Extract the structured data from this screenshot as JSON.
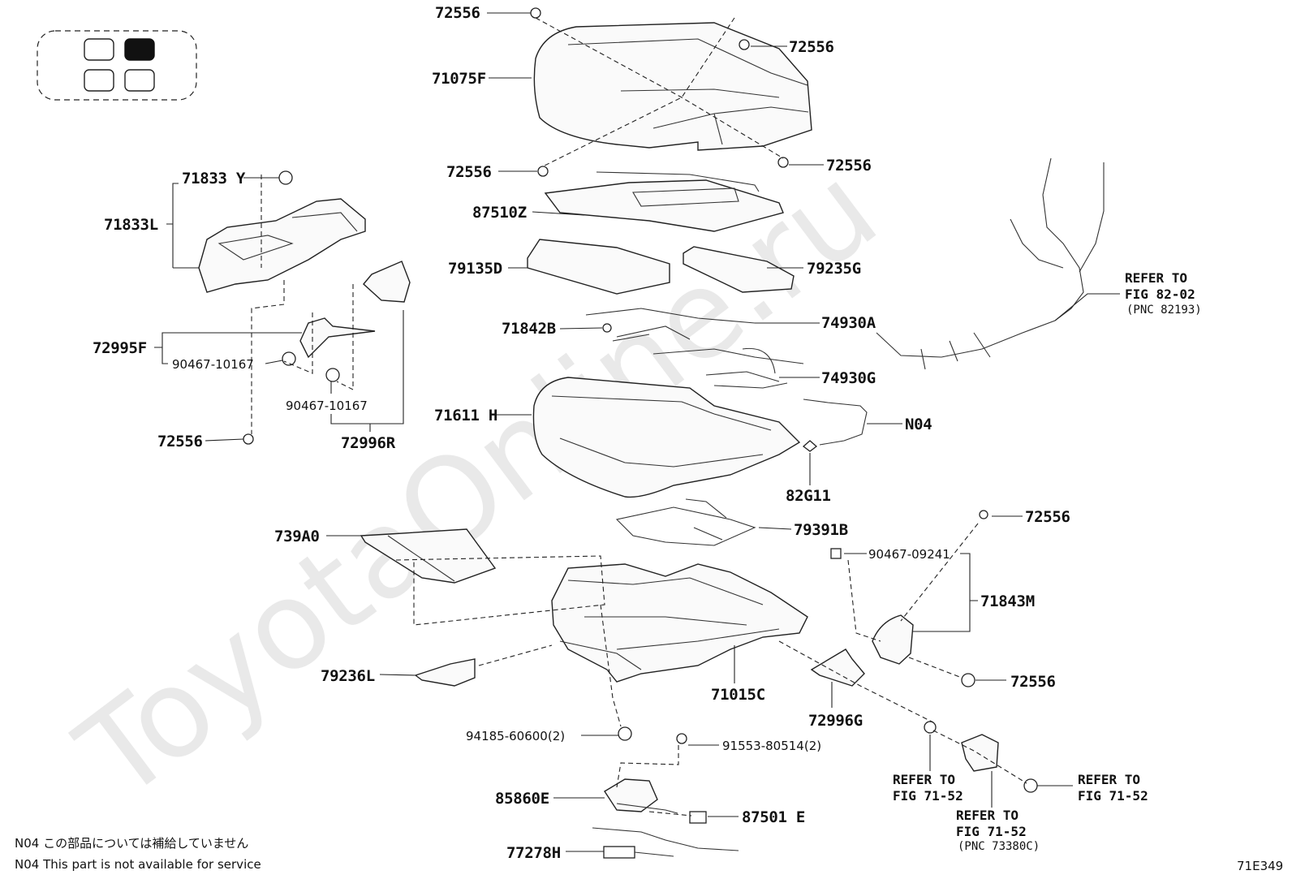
{
  "watermark": "ToyotaOnline.ru",
  "labels": {
    "p72556_a": "72556",
    "p72556_b": "72556",
    "p71075F": "71075F",
    "p72556_c": "72556",
    "p72556_d": "72556",
    "p87510Z": "87510Z",
    "p79135D": "79135D",
    "p79235G": "79235G",
    "p71842B": "71842B",
    "p74930A": "74930A",
    "p74930G": "74930G",
    "p71611H": "71611 H",
    "pN04": "N04",
    "p82G11": "82G11",
    "p71833Y": "71833 Y",
    "p71833L": "71833L",
    "p72995F": "72995F",
    "p90467_10167_a": "90467-10167",
    "p90467_10167_b": "90467-10167",
    "p72556_e": "72556",
    "p72996R": "72996R",
    "p739A0": "739A0",
    "p79391B": "79391B",
    "p72556_f": "72556",
    "p90467_09241": "90467-09241",
    "p71843M": "71843M",
    "p72556_g": "72556",
    "p79236L": "79236L",
    "p71015C": "71015C",
    "p72996G": "72996G",
    "p94185": "94185-60600(2)",
    "p91553": "91553-80514(2)",
    "p85860E": "85860E",
    "p87501E": "87501 E",
    "p77278H": "77278H"
  },
  "references": {
    "wire": {
      "line1": "REFER TO",
      "line2": "FIG 82-02",
      "pnc": "(PNC 82193)"
    },
    "left": {
      "line1": "REFER TO",
      "line2": "FIG 71-52"
    },
    "mid": {
      "line1": "REFER TO",
      "line2": "FIG 71-52",
      "pnc": "(PNC 73380C)"
    },
    "right": {
      "line1": "REFER TO",
      "line2": "FIG 71-52"
    }
  },
  "notes": {
    "jp": "N04 この部品については補給していません",
    "en": "N04 This part is not available for service"
  },
  "figure_code": "71E349",
  "seat_locator": {
    "highlighted": "front-right"
  }
}
